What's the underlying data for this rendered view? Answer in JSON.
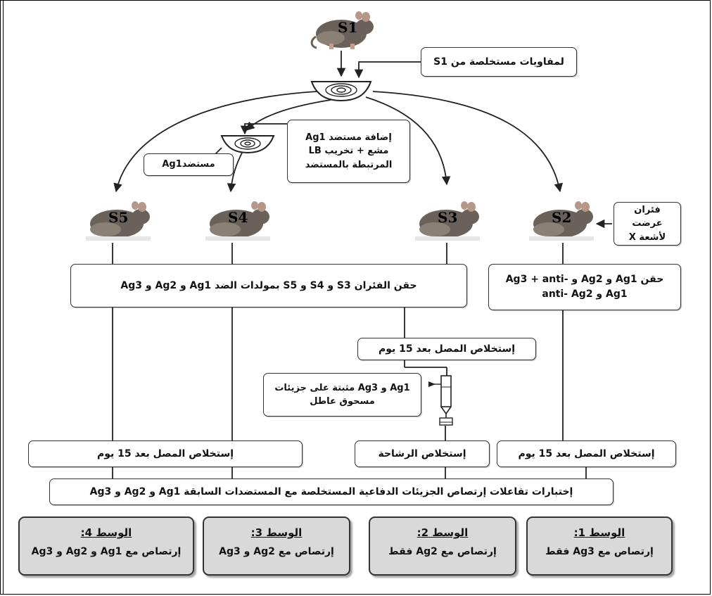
{
  "mice": {
    "top": "S1",
    "left": "S5",
    "left_mid": "S4",
    "right_mid": "S3",
    "right": "S2"
  },
  "boxes": {
    "s1_antibodies": "لمفاويات مستخلصة من S1",
    "ag1_add": "إضافة مستضد Ag1 مشع + تخريب LB المرتبطة بالمستضد",
    "ag1_antigen": "مستضدAg1",
    "xray_mice": "فئران عرضت لأشعة X",
    "inject_s345": "حقن الفئران S3 و S4 و S5 بمولدات الضد Ag1 و Ag2 و Ag3",
    "inject_s2": "حقن Ag1 و Ag2 و Ag3 + anti-Ag1 و anti- Ag2",
    "serum_15_s3": "إستخلاص المصل بعد 15 يوم",
    "column_fixed": "Ag1 و Ag3 مثبتة على جزيئات مسحوق عاطل",
    "serum_15_s45": "إستخلاص المصل بعد 15 يوم",
    "filtrate": "إستخلاص الرشاحة",
    "serum_15_s2": "إستخلاص المصل بعد 15 يوم",
    "tests": "إختبارات تفاعلات إرتصاص الجزيئات الدفاعية المستخلصة مع المستضدات السابقة Ag1 و Ag2 و Ag3"
  },
  "results": [
    {
      "title": "الوسط 4:",
      "text": "إرتصاص مع Ag1 و Ag2 و Ag3"
    },
    {
      "title": "الوسط 3:",
      "text": "إرتصاص مع Ag2 و Ag3"
    },
    {
      "title": "الوسط 2:",
      "text": "إرتصاص مع Ag2 فقط"
    },
    {
      "title": "الوسط 1:",
      "text": "إرتصاص مع Ag3 فقط"
    }
  ]
}
